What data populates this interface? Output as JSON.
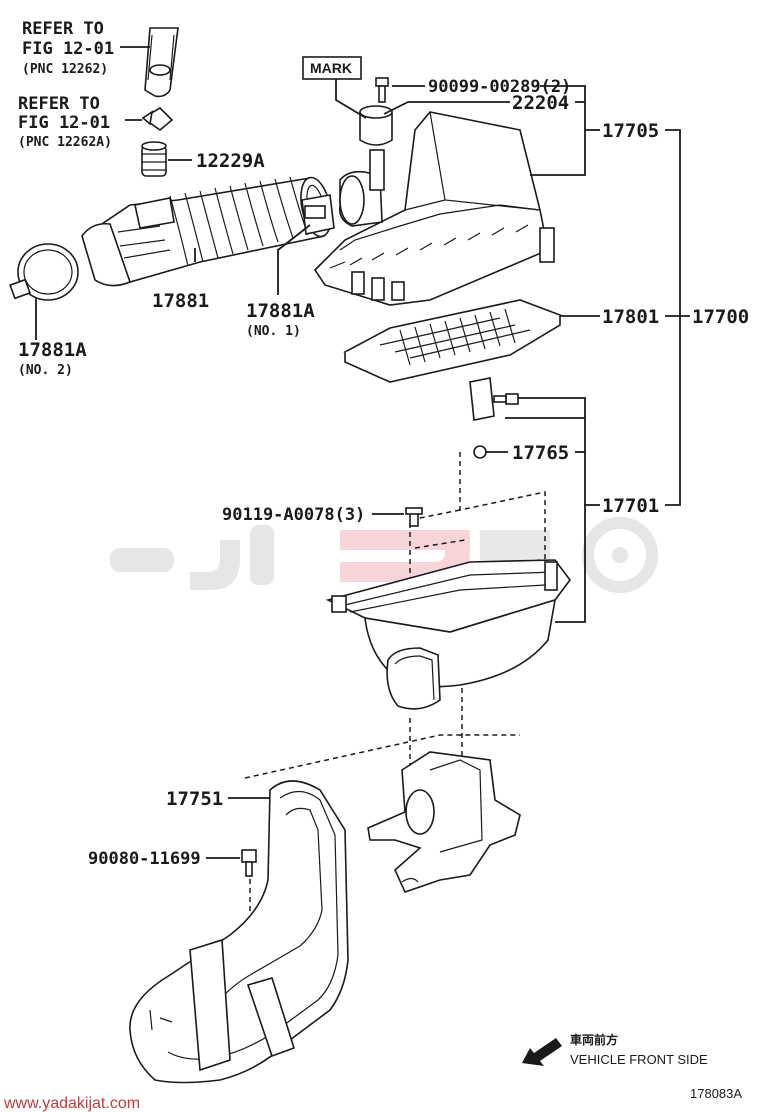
{
  "refs": {
    "ref1_line1": "REFER TO",
    "ref1_line2": "FIG 12-01",
    "ref1_pnc": "(PNC 12262)",
    "ref2_line1": "REFER TO",
    "ref2_line2": "FIG 12-01",
    "ref2_pnc": "(PNC 12262A)"
  },
  "labels": {
    "mark": "MARK",
    "bolt_90099": "90099-00289(2)",
    "p22204": "22204",
    "p17705": "17705",
    "p12229A": "12229A",
    "p17881": "17881",
    "p17881A_1": "17881A",
    "p17881A_1_note": "(NO. 1)",
    "p17881A_2": "17881A",
    "p17881A_2_note": "(NO. 2)",
    "p17801": "17801",
    "p17700": "17700",
    "p17765": "17765",
    "p17701": "17701",
    "bolt_90119": "90119-A0078(3)",
    "p17751": "17751",
    "bolt_90080": "90080-11699"
  },
  "legend": {
    "front_jp": "車両前方",
    "front_en": "VEHICLE FRONT SIDE"
  },
  "footer": {
    "website": "www.yadakijat.com",
    "figure_code": "178083A"
  },
  "colors": {
    "line": "#1a1a1a",
    "watermark_grey": "#e6e6e6",
    "watermark_pink": "#f6d5d8",
    "website_red": "#c23a3a"
  }
}
